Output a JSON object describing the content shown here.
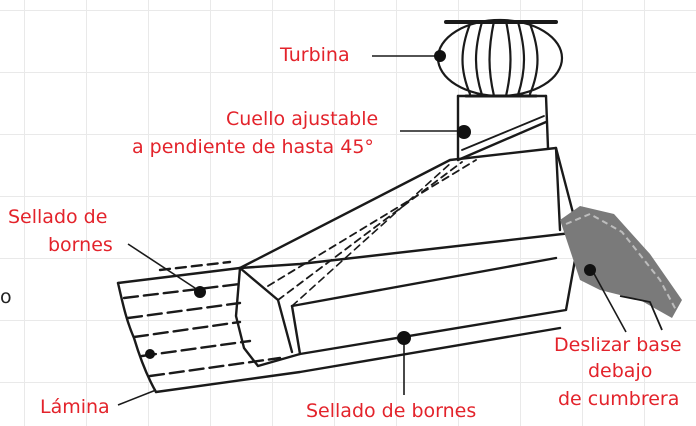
{
  "labels": {
    "turbina": "Turbina",
    "cuello_line1": "Cuello ajustable",
    "cuello_line2": "a pendiente de hasta 45°",
    "sellado_top_line1": "Sellado de",
    "sellado_top_line2": "bornes",
    "lamina": "Lámina",
    "sellado_bottom": "Sellado de bornes",
    "deslizar_line1": "Deslizar base",
    "deslizar_line2": "debajo",
    "deslizar_line3": "de cumbrera"
  },
  "edge_fragment": "o",
  "colors": {
    "label": "#e3232b",
    "ink": "#1a1a1a",
    "grid": "#e9e9e9",
    "ridge": "#6e6e6e"
  }
}
